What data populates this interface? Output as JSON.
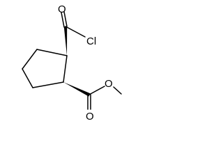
{
  "molecule": {
    "atoms": {
      "o_acyl": "O",
      "cl": "Cl",
      "o_carbonyl": "O",
      "o_ester": "O"
    }
  },
  "colors": {
    "ink": "#000000",
    "background": "#ffffff"
  }
}
